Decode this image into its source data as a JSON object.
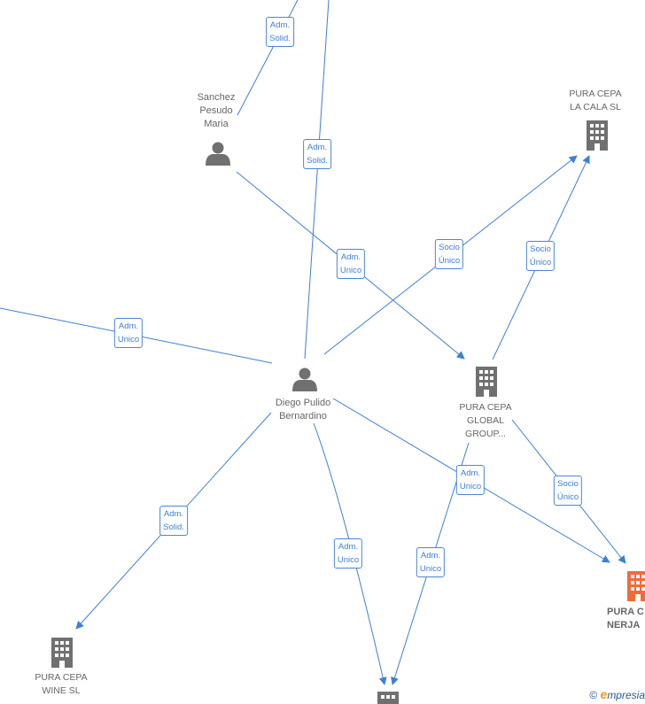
{
  "nodes": {
    "sanchez": {
      "label": "Sanchez\nPesudo\nMaria",
      "kind": "person"
    },
    "diego": {
      "label": "Diego Pulido\nBernardino",
      "kind": "person"
    },
    "lacala": {
      "label": "PURA CEPA\nLA CALA  SL",
      "kind": "company"
    },
    "global": {
      "label": "PURA CEPA\nGLOBAL\nGROUP...",
      "kind": "company"
    },
    "nerja": {
      "label": "PURA C\nNERJA",
      "kind": "company-highlight"
    },
    "wine": {
      "label": "PURA CEPA\nWINE  SL",
      "kind": "company"
    }
  },
  "edges": {
    "e1": "Adm.\nSolid.",
    "e2": "Adm.\nSolid.",
    "e3": "Adm.\nUnico",
    "e4": "Adm.\nUnico",
    "e5": "Socio\nÚnico",
    "e6": "Adm.\nUnico",
    "e7": "Adm.\nUnico",
    "e8": "Socio\nÚnico",
    "e9": "Adm.\nSolid.",
    "e10": "Adm.\nUnico",
    "e11": "Socio\nÚnico"
  },
  "footer": {
    "copyright_symbol": "©",
    "brand_initial": "e",
    "brand_rest": "mpresia"
  },
  "colors": {
    "edge": "#3d7fd6",
    "node_icon": "#707070",
    "highlight": "#f26a3a"
  }
}
